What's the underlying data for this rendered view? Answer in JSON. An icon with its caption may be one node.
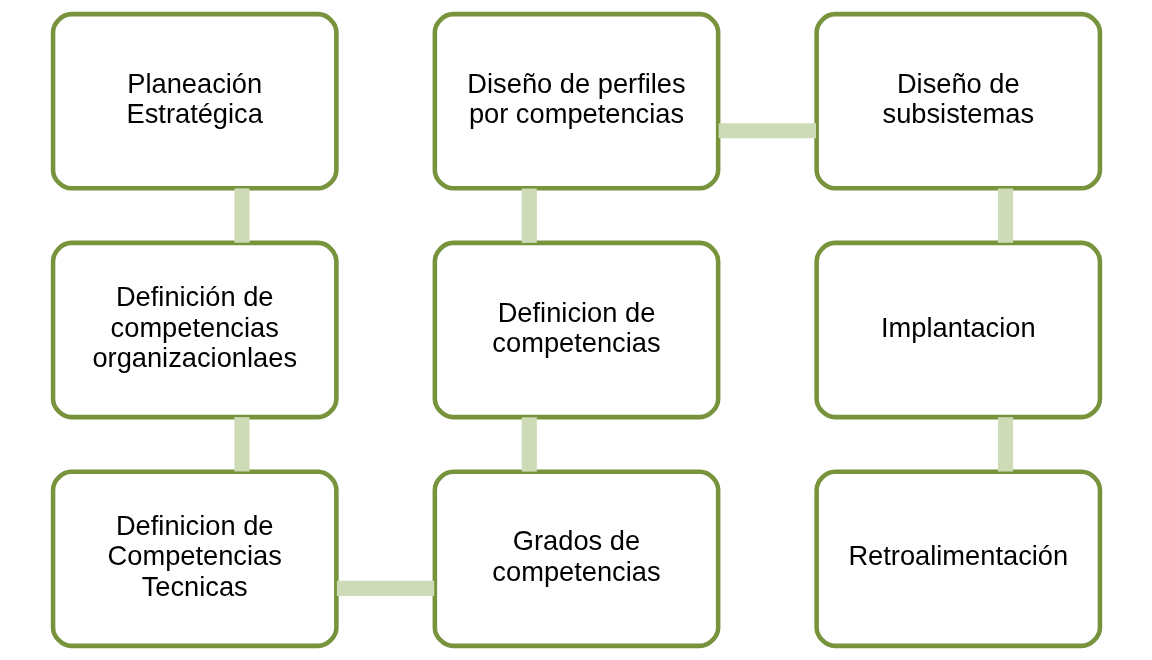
{
  "diagram": {
    "nodes": [
      {
        "text": [
          "Planeación Estratégica"
        ]
      },
      {
        "text": [
          "Definición de competencias organizacionlaes"
        ]
      },
      {
        "text": [
          "Definicion de Competencias Tecnicas"
        ]
      },
      {
        "text": [
          "Grados de competencias"
        ]
      },
      {
        "text": [
          "Definicion de competencias"
        ]
      },
      {
        "text": [
          "Diseño de perfiles por competencias"
        ]
      },
      {
        "text": [
          "Diseño de subsistemas"
        ]
      },
      {
        "text": [
          "Implantacion"
        ]
      },
      {
        "text": [
          "Retroalimentación"
        ]
      }
    ],
    "edges": [
      {
        "from": 0,
        "to": 1,
        "arrow": "none"
      },
      {
        "from": 1,
        "to": 2,
        "arrow": "none"
      },
      {
        "from": 2,
        "to": 3,
        "arrow": "none"
      },
      {
        "from": 3,
        "to": 4,
        "arrow": "none"
      },
      {
        "from": 4,
        "to": 5,
        "arrow": "none"
      },
      {
        "from": 5,
        "to": 6,
        "arrow": "none"
      },
      {
        "from": 6,
        "to": 7,
        "arrow": "none"
      },
      {
        "from": 7,
        "to": 8,
        "arrow": "none"
      }
    ]
  }
}
